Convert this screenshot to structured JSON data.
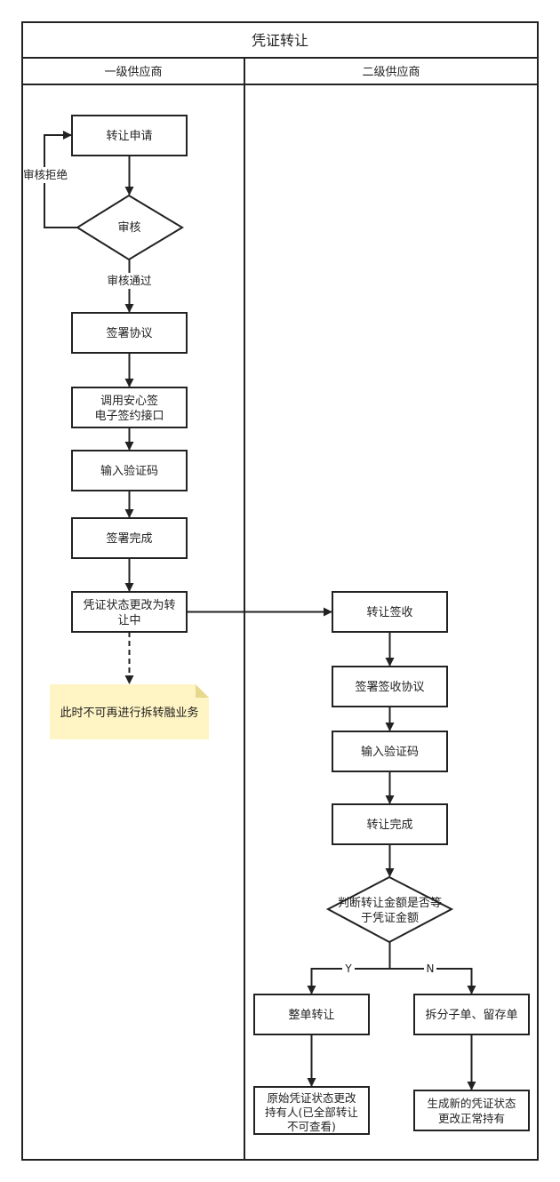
{
  "title": "凭证转让",
  "lanes": [
    "一级供应商",
    "二级供应商"
  ],
  "nodes": {
    "transfer_apply": "转让申请",
    "review": "审核",
    "sign_agreement": "签署协议",
    "call_esign_1": "调用安心签",
    "call_esign_2": "电子签约接口",
    "enter_code_1": "输入验证码",
    "sign_done": "签署完成",
    "status_change_1": "凭证状态更改为转",
    "status_change_2": "让中",
    "note": "此时不可再进行拆转融业务",
    "receive": "转让签收",
    "sign_receive_agreement": "签署签收协议",
    "enter_code_2": "输入验证码",
    "transfer_done": "转让完成",
    "judge_1": "判断转让金额是否等",
    "judge_2": "于凭证金额",
    "whole_transfer": "整单转让",
    "split": "拆分子单、留存单",
    "original_1": "原始凭证状态更改",
    "original_2": "持有人(已全部转让",
    "original_3": "不可查看)",
    "new_1": "生成新的凭证状态",
    "new_2": "更改正常持有"
  },
  "edge_labels": {
    "reject": "审核拒绝",
    "pass": "审核通过",
    "yes": "Y",
    "no": "N"
  },
  "colors": {
    "line": "#222222",
    "note_fill": "#fff4c3",
    "note_fold": "#e8d88e"
  }
}
